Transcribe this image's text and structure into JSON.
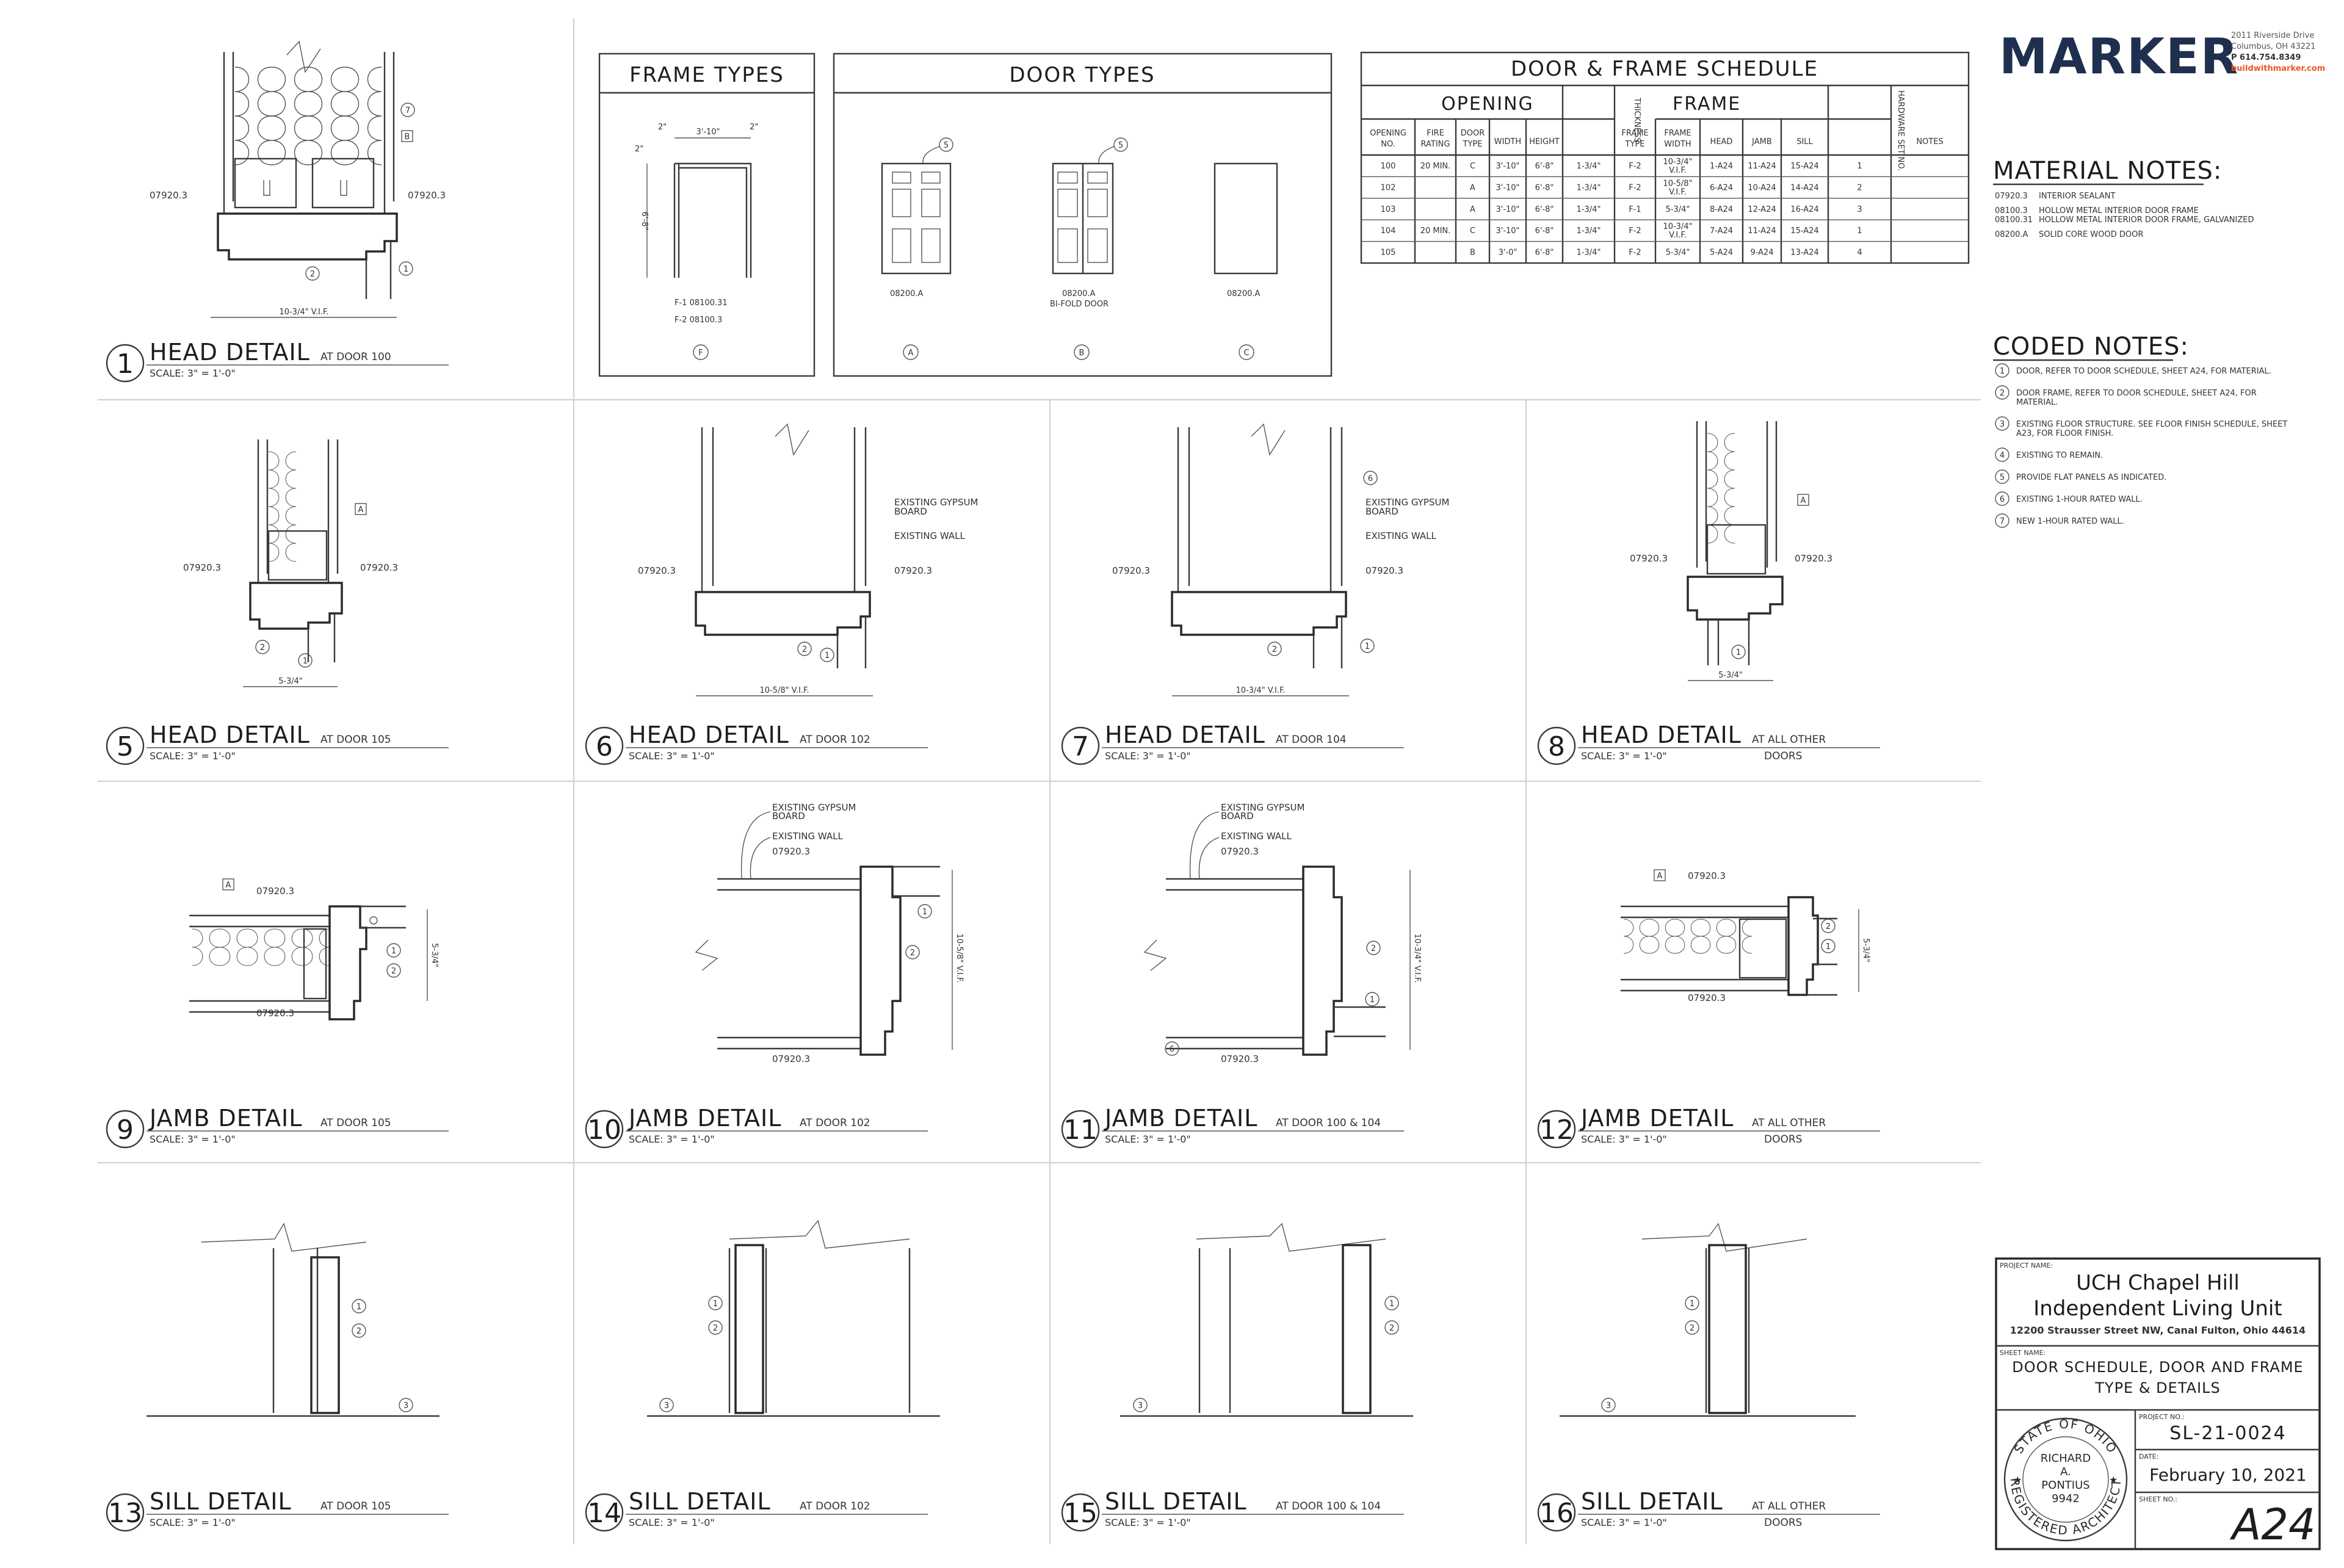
{
  "brand": {
    "logo": "MARKER",
    "address_1": "2011 Riverside Drive",
    "address_2": "Columbus, OH 43221",
    "phone": "P 614.754.8349",
    "web": "buildwithmarker.com",
    "accent": "#e85a24",
    "logo_color": "#1f2f4f"
  },
  "legend_boxes": {
    "frame_types": {
      "title": "FRAME TYPES",
      "dim_width": "3'-10\"",
      "dim_side_left": "2\"",
      "dim_side_right": "2\"",
      "dim_top": "2\"",
      "dim_height": "6'-8\"",
      "label_1": "F-1  08100.31",
      "label_2": "F-2  08100.3",
      "tag": "F"
    },
    "door_types": {
      "title": "DOOR TYPES",
      "doors": [
        {
          "code": "08200.A",
          "extra": "",
          "tag": "A",
          "callout": "5"
        },
        {
          "code": "08200.A",
          "extra": "BI-FOLD DOOR",
          "tag": "B",
          "callout": "5"
        },
        {
          "code": "08200.A",
          "extra": "",
          "tag": "C",
          "callout": ""
        }
      ]
    }
  },
  "schedule": {
    "title": "DOOR & FRAME SCHEDULE",
    "group_opening": "OPENING",
    "group_frame": "FRAME",
    "col_thickness": "THICKNESS",
    "col_hardware": "HARDWARE SET NO.",
    "headers": [
      {
        "l1": "OPENING",
        "l2": "NO."
      },
      {
        "l1": "FIRE",
        "l2": "RATING"
      },
      {
        "l1": "DOOR",
        "l2": "TYPE"
      },
      {
        "l1": "WIDTH",
        "l2": ""
      },
      {
        "l1": "HEIGHT",
        "l2": ""
      },
      {
        "l1": "",
        "l2": ""
      },
      {
        "l1": "FRAME",
        "l2": "TYPE"
      },
      {
        "l1": "FRAME",
        "l2": "WIDTH"
      },
      {
        "l1": "HEAD",
        "l2": ""
      },
      {
        "l1": "JAMB",
        "l2": ""
      },
      {
        "l1": "SILL",
        "l2": ""
      },
      {
        "l1": "",
        "l2": ""
      },
      {
        "l1": "NOTES",
        "l2": ""
      }
    ],
    "rows": [
      [
        "100",
        "20 MIN.",
        "C",
        "3'-10\"",
        "6'-8\"",
        "1-3/4\"",
        "F-2",
        "10-3/4\" V.I.F.",
        "1-A24",
        "11-A24",
        "15-A24",
        "1",
        ""
      ],
      [
        "102",
        "",
        "A",
        "3'-10\"",
        "6'-8\"",
        "1-3/4\"",
        "F-2",
        "10-5/8\" V.I.F.",
        "6-A24",
        "10-A24",
        "14-A24",
        "2",
        ""
      ],
      [
        "103",
        "",
        "A",
        "3'-10\"",
        "6'-8\"",
        "1-3/4\"",
        "F-1",
        "5-3/4\"",
        "8-A24",
        "12-A24",
        "16-A24",
        "3",
        ""
      ],
      [
        "104",
        "20 MIN.",
        "C",
        "3'-10\"",
        "6'-8\"",
        "1-3/4\"",
        "F-2",
        "10-3/4\" V.I.F.",
        "7-A24",
        "11-A24",
        "15-A24",
        "1",
        ""
      ],
      [
        "105",
        "",
        "B",
        "3'-0\"",
        "6'-8\"",
        "1-3/4\"",
        "F-2",
        "5-3/4\"",
        "5-A24",
        "9-A24",
        "13-A24",
        "4",
        ""
      ]
    ]
  },
  "material_notes": {
    "title": "MATERIAL NOTES:",
    "items": [
      {
        "code": "07920.3",
        "text": "INTERIOR SEALANT"
      },
      {
        "code": "08100.3",
        "text": "HOLLOW METAL INTERIOR DOOR FRAME"
      },
      {
        "code": "08100.31",
        "text": "HOLLOW METAL INTERIOR DOOR FRAME, GALVANIZED"
      },
      {
        "code": "08200.A",
        "text": "SOLID CORE WOOD DOOR"
      }
    ]
  },
  "coded_notes": {
    "title": "CODED NOTES:",
    "items": [
      {
        "n": "1",
        "l1": "DOOR, REFER TO DOOR SCHEDULE, SHEET A24, FOR MATERIAL.",
        "l2": ""
      },
      {
        "n": "2",
        "l1": "DOOR FRAME, REFER TO DOOR SCHEDULE, SHEET A24, FOR",
        "l2": "MATERIAL."
      },
      {
        "n": "3",
        "l1": "EXISTING FLOOR STRUCTURE. SEE FLOOR FINISH SCHEDULE, SHEET",
        "l2": "A23, FOR FLOOR FINISH."
      },
      {
        "n": "4",
        "l1": "EXISTING TO REMAIN.",
        "l2": ""
      },
      {
        "n": "5",
        "l1": "PROVIDE FLAT PANELS AS INDICATED.",
        "l2": ""
      },
      {
        "n": "6",
        "l1": "EXISTING 1-HOUR RATED WALL.",
        "l2": ""
      },
      {
        "n": "7",
        "l1": "NEW 1-HOUR RATED WALL.",
        "l2": ""
      }
    ]
  },
  "details": [
    {
      "num": "1",
      "title": "HEAD DETAIL",
      "at1": "AT DOOR 100",
      "at2": "",
      "scale": "SCALE: 3\" = 1'-0\""
    },
    {
      "num": "5",
      "title": "HEAD DETAIL",
      "at1": "AT DOOR 105",
      "at2": "",
      "scale": "SCALE: 3\" = 1'-0\""
    },
    {
      "num": "6",
      "title": "HEAD DETAIL",
      "at1": "AT DOOR 102",
      "at2": "",
      "scale": "SCALE: 3\" = 1'-0\""
    },
    {
      "num": "7",
      "title": "HEAD DETAIL",
      "at1": "AT DOOR 104",
      "at2": "",
      "scale": "SCALE: 3\" = 1'-0\""
    },
    {
      "num": "8",
      "title": "HEAD DETAIL",
      "at1": "AT ALL OTHER",
      "at2": "DOORS",
      "scale": "SCALE: 3\" = 1'-0\""
    },
    {
      "num": "9",
      "title": "JAMB DETAIL",
      "at1": "AT DOOR 105",
      "at2": "",
      "scale": "SCALE: 3\" = 1'-0\""
    },
    {
      "num": "10",
      "title": "JAMB DETAIL",
      "at1": "AT DOOR 102",
      "at2": "",
      "scale": "SCALE: 3\" = 1'-0\""
    },
    {
      "num": "11",
      "title": "JAMB DETAIL",
      "at1": "AT DOOR 100 & 104",
      "at2": "",
      "scale": "SCALE: 3\" = 1'-0\""
    },
    {
      "num": "12",
      "title": "JAMB DETAIL",
      "at1": "AT ALL OTHER",
      "at2": "DOORS",
      "scale": "SCALE: 3\" = 1'-0\""
    },
    {
      "num": "13",
      "title": "SILL DETAIL",
      "at1": "AT DOOR 105",
      "at2": "",
      "scale": "SCALE: 3\" = 1'-0\""
    },
    {
      "num": "14",
      "title": "SILL DETAIL",
      "at1": "AT DOOR 102",
      "at2": "",
      "scale": "SCALE: 3\" = 1'-0\""
    },
    {
      "num": "15",
      "title": "SILL DETAIL",
      "at1": "AT DOOR 100 & 104",
      "at2": "",
      "scale": "SCALE: 3\" = 1'-0\""
    },
    {
      "num": "16",
      "title": "SILL DETAIL",
      "at1": "AT ALL OTHER",
      "at2": "DOORS",
      "scale": "SCALE: 3\" = 1'-0\""
    }
  ],
  "drawing_labels": {
    "sealant": "07920.3",
    "existing_gypsum_1": "EXISTING GYPSUM",
    "existing_gypsum_2": "BOARD",
    "existing_wall": "EXISTING WALL",
    "dim_d1": "10-3/4\" V.I.F.",
    "dim_d5": "5-3/4\"",
    "dim_d6": "10-5/8\" V.I.F.",
    "dim_d7": "10-3/4\" V.I.F.",
    "dim_d8": "5-3/4\"",
    "dim_d9": "5-3/4\"",
    "dim_d10": "10-5/8\" V.I.F.",
    "dim_d11": "10-3/4\" V.I.F.",
    "dim_d12": "5-3/4\""
  },
  "title_block": {
    "project_label": "PROJECT NAME:",
    "project_l1": "UCH Chapel Hill",
    "project_l2": "Independent Living Unit",
    "address": "12200 Strausser Street NW, Canal Fulton, Ohio 44614",
    "sheet_name_label": "SHEET NAME:",
    "sheet_name_l1": "DOOR SCHEDULE, DOOR AND FRAME",
    "sheet_name_l2": "TYPE & DETAILS",
    "project_no_label": "PROJECT NO.:",
    "project_no": "SL-21-0024",
    "date_label": "DATE:",
    "date": "February 10, 2021",
    "sheet_no_label": "SHEET NO.:",
    "sheet_no": "A24",
    "seal_top": "STATE OF OHIO",
    "seal_bottom": "REGISTERED ARCHITECT",
    "seal_name_1": "RICHARD",
    "seal_name_2": "A.",
    "seal_name_3": "PONTIUS",
    "seal_number": "9942"
  }
}
